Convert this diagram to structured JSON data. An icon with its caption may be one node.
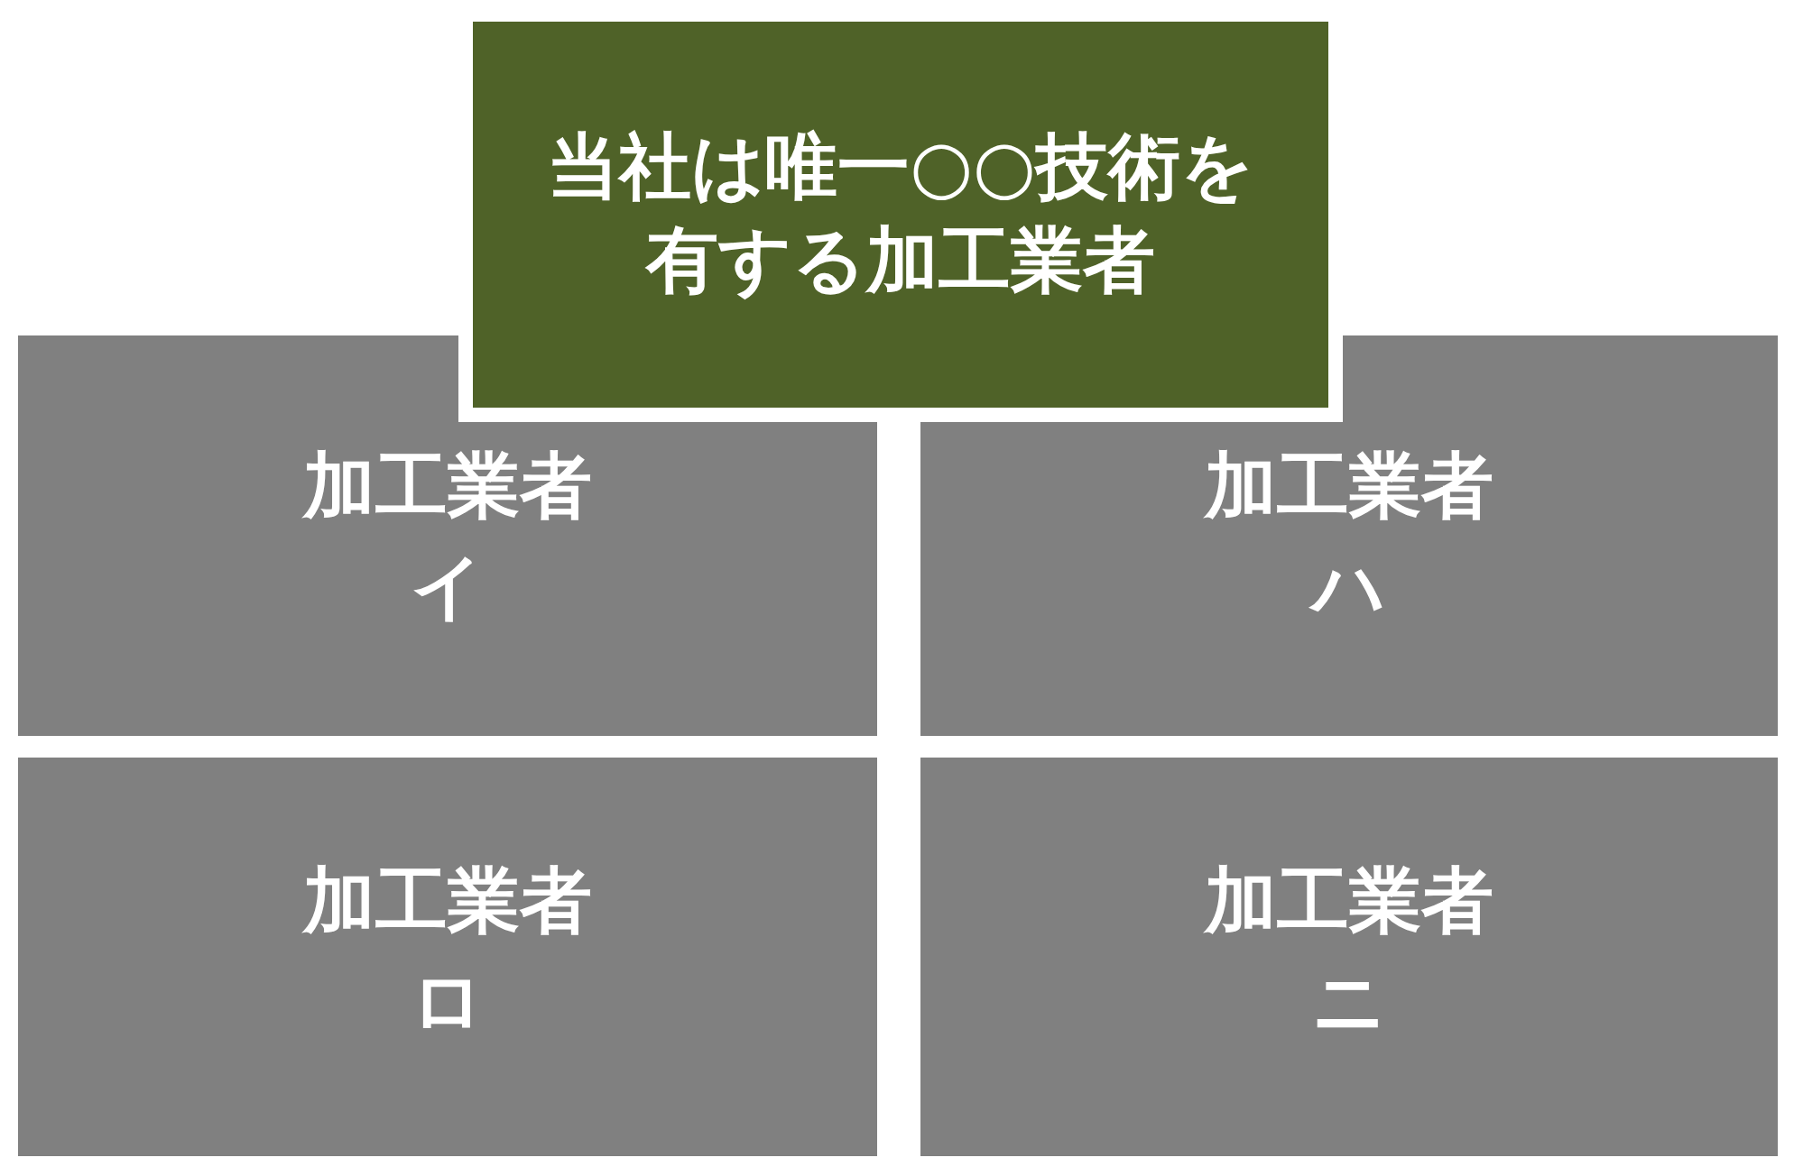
{
  "diagram": {
    "nodes": [
      {
        "text": [
          "当社は唯一○○技術を有する加工業者"
        ]
      },
      {
        "text": [
          "加工業者",
          "イ"
        ]
      },
      {
        "text": [
          "加工業者",
          "ハ"
        ]
      },
      {
        "text": [
          "加工業者",
          "ロ"
        ]
      },
      {
        "text": [
          "加工業者",
          "ニ"
        ]
      }
    ]
  }
}
